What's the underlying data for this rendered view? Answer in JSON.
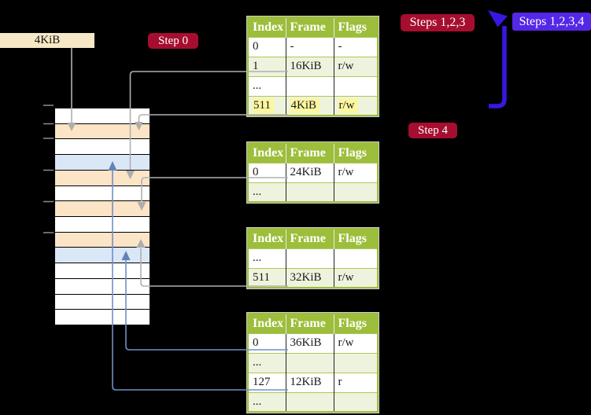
{
  "labels": {
    "four_kib": "4KiB",
    "step0": "Step 0",
    "steps123": "Steps 1,2,3",
    "steps1234": "Steps 1,2,3,4",
    "step4": "Step 4"
  },
  "tables": [
    {
      "name": "page-table-top",
      "headers": [
        "Index",
        "Frame",
        "Flags"
      ],
      "rows": [
        {
          "cells": [
            "0",
            "-",
            "-"
          ],
          "shade": false,
          "highlight": false
        },
        {
          "cells": [
            "1",
            "16KiB",
            "r/w"
          ],
          "shade": true,
          "highlight": false
        },
        {
          "cells": [
            "...",
            "",
            ""
          ],
          "shade": false,
          "highlight": false
        },
        {
          "cells": [
            "511",
            "4KiB",
            "r/w"
          ],
          "shade": true,
          "highlight": true
        }
      ]
    },
    {
      "name": "page-table-second",
      "headers": [
        "Index",
        "Frame",
        "Flags"
      ],
      "rows": [
        {
          "cells": [
            "0",
            "24KiB",
            "r/w"
          ],
          "shade": false,
          "highlight": false
        },
        {
          "cells": [
            "...",
            "",
            ""
          ],
          "shade": true,
          "highlight": false
        }
      ]
    },
    {
      "name": "page-table-third",
      "headers": [
        "Index",
        "Frame",
        "Flags"
      ],
      "rows": [
        {
          "cells": [
            "...",
            "",
            ""
          ],
          "shade": false,
          "highlight": false
        },
        {
          "cells": [
            "511",
            "32KiB",
            "r/w"
          ],
          "shade": true,
          "highlight": false
        }
      ]
    },
    {
      "name": "page-table-bottom",
      "headers": [
        "Index",
        "Frame",
        "Flags"
      ],
      "rows": [
        {
          "cells": [
            "0",
            "36KiB",
            "r/w"
          ],
          "shade": false,
          "highlight": false
        },
        {
          "cells": [
            "...",
            "",
            ""
          ],
          "shade": true,
          "highlight": false
        },
        {
          "cells": [
            "127",
            "12KiB",
            "r"
          ],
          "shade": false,
          "highlight": false
        },
        {
          "cells": [
            "...",
            "",
            ""
          ],
          "shade": true,
          "highlight": false
        }
      ]
    }
  ],
  "memory_column": {
    "rows": [
      "white",
      "orange",
      "white",
      "blue",
      "orange",
      "white",
      "orange",
      "white",
      "orange",
      "blue",
      "white",
      "white",
      "white",
      "white"
    ]
  },
  "colors": {
    "background": "#000000",
    "table_header_green": "#9CBE3A",
    "table_row_light_green": "#EEF3DE",
    "highlight_yellow": "#FBF7A0",
    "memory_orange": "#FCE4C6",
    "memory_blue": "#DAE7F6",
    "label_cream": "#F6E8C6",
    "label_crimson": "#A60E2F",
    "label_violet": "#5527E6",
    "arrow_gray": "#B0B0B0",
    "arrow_blue": "#7090C5",
    "arrow_thick_violet": "#3A16E3"
  }
}
